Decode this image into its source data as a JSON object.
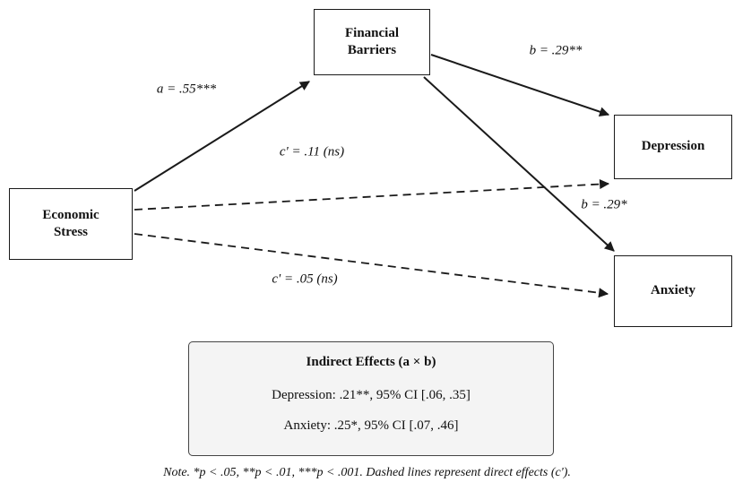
{
  "diagram": {
    "nodes": {
      "financial_barriers": {
        "label": "Financial\nBarriers"
      },
      "economic_stress": {
        "label": "Economic\nStress"
      },
      "depression": {
        "label": "Depression"
      },
      "anxiety": {
        "label": "Anxiety"
      }
    },
    "paths": {
      "a": {
        "label": "a = .55***",
        "style": "solid"
      },
      "b_depression": {
        "label": "b = .29**",
        "style": "solid"
      },
      "b_anxiety": {
        "label": "b = .29*",
        "style": "solid"
      },
      "c_depression": {
        "label": "c' = .11 (ns)",
        "style": "dashed"
      },
      "c_anxiety": {
        "label": "c' = .05 (ns)",
        "style": "dashed"
      }
    },
    "indirect_effects": {
      "title": "Indirect Effects (a × b)",
      "lines": [
        "Depression: .21**, 95% CI [.06, .35]",
        "Anxiety: .25*, 95% CI [.07, .46]"
      ]
    },
    "note": "Note. *p < .05, **p < .01, ***p < .001. Dashed lines represent direct effects (c')."
  },
  "colors": {
    "line": "#1a1a1a",
    "panel_background": "#f4f4f4",
    "background": "#ffffff"
  }
}
